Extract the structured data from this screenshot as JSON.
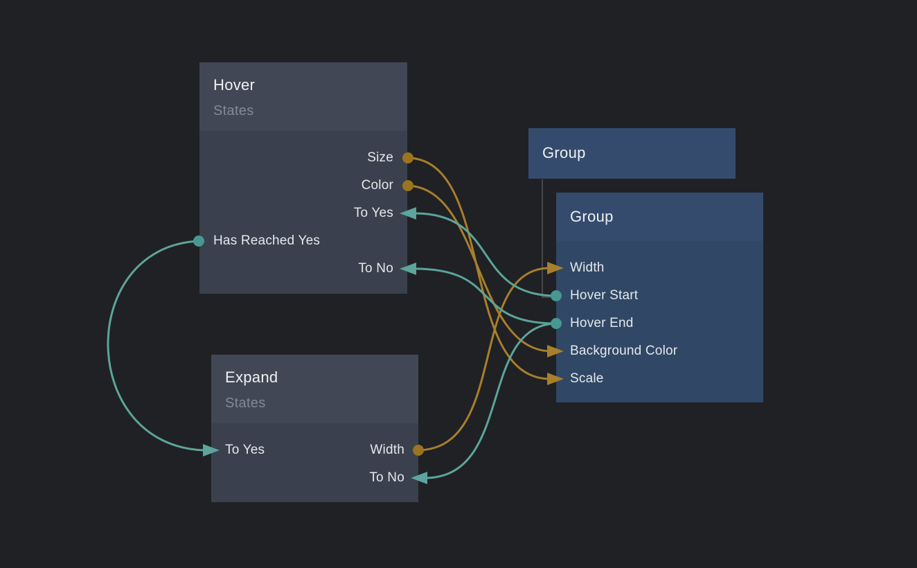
{
  "canvas": {
    "background": "#202124"
  },
  "colors": {
    "orange": "#a87f2c",
    "orange_dot": "#9b741f",
    "teal": "#5ba59c",
    "teal_dot": "#479890",
    "node_dark_header": "#414754",
    "node_dark_body": "#3a404d",
    "node_blue_header": "#354b6d",
    "node_blue_body": "#304765",
    "hierarchy_line": "#47484a"
  },
  "nodes": {
    "hover": {
      "title": "Hover",
      "subtitle": "States",
      "ports": {
        "size": "Size",
        "color": "Color",
        "to_yes": "To Yes",
        "has_reached_yes": "Has Reached Yes",
        "to_no": "To No"
      }
    },
    "group_parent": {
      "title": "Group"
    },
    "group_child": {
      "title": "Group",
      "ports": {
        "width": "Width",
        "hover_start": "Hover Start",
        "hover_end": "Hover End",
        "background_color": "Background Color",
        "scale": "Scale"
      }
    },
    "expand": {
      "title": "Expand",
      "subtitle": "States",
      "ports": {
        "to_yes": "To Yes",
        "width": "Width",
        "to_no": "To No"
      }
    }
  },
  "connections": [
    {
      "from": "Hover.Size",
      "to": "Group.Scale",
      "color": "orange"
    },
    {
      "from": "Hover.Color",
      "to": "Group.Background Color",
      "color": "orange"
    },
    {
      "from": "Expand.Width",
      "to": "Group.Width",
      "color": "orange"
    },
    {
      "from": "Group.Hover Start",
      "to": "Hover.To Yes",
      "color": "teal"
    },
    {
      "from": "Group.Hover End",
      "to": "Hover.To No",
      "color": "teal"
    },
    {
      "from": "Group.Hover End",
      "to": "Expand.To No",
      "color": "teal"
    },
    {
      "from": "Hover.Has Reached Yes",
      "to": "Expand.To Yes",
      "color": "teal"
    },
    {
      "from": "Group (parent)",
      "to": "Group (child)",
      "color": "hierarchy"
    }
  ]
}
